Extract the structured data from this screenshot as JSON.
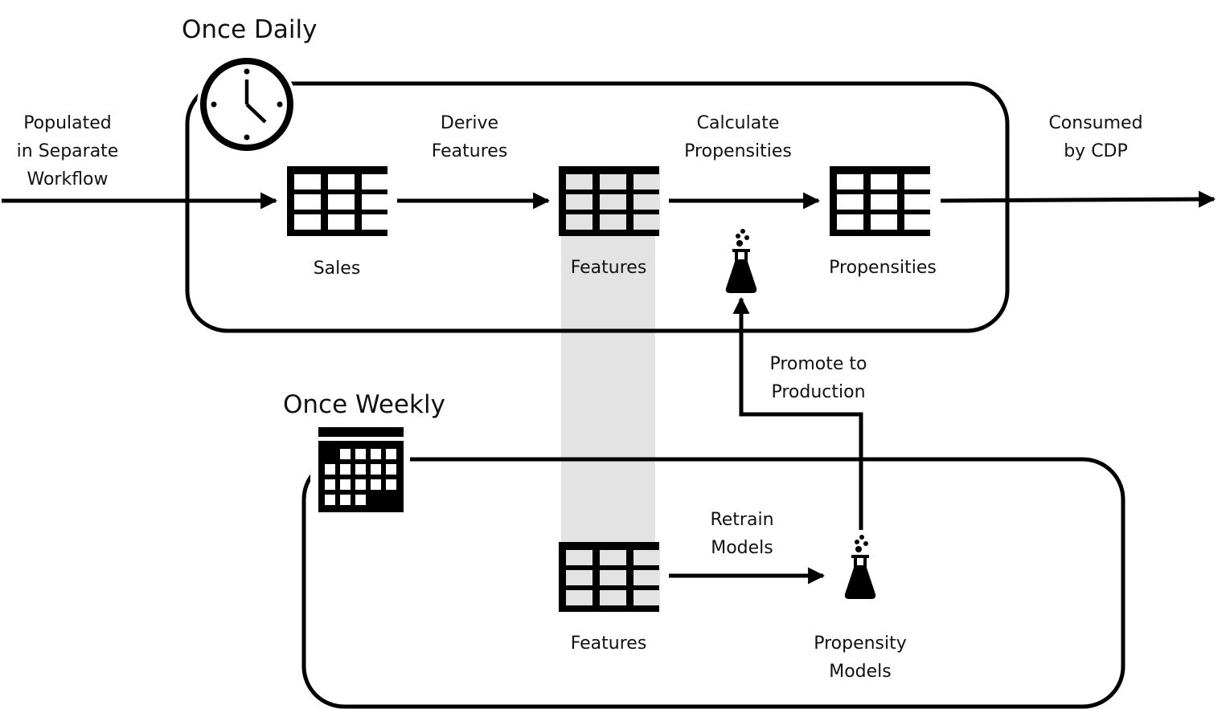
{
  "diagram": {
    "daily": {
      "title": "Once Daily",
      "icon": "clock-icon",
      "nodes": {
        "sales": "Sales",
        "features": "Features",
        "propensities": "Propensities"
      },
      "edges": {
        "input_line1": "Populated",
        "input_line2": "in Separate",
        "input_line3": "Workflow",
        "derive_line1": "Derive",
        "derive_line2": "Features",
        "calc_line1": "Calculate",
        "calc_line2": "Propensities",
        "output_line1": "Consumed",
        "output_line2": "by CDP"
      }
    },
    "weekly": {
      "title": "Once Weekly",
      "icon": "calendar-icon",
      "nodes": {
        "features": "Features",
        "models_line1": "Propensity",
        "models_line2": "Models"
      },
      "edges": {
        "retrain_line1": "Retrain",
        "retrain_line2": "Models",
        "promote_line1": "Promote to",
        "promote_line2": "Production"
      }
    },
    "colors": {
      "stroke": "#000000",
      "shared_band": "#e3e3e3",
      "shaded_cell": "#e3e3e3"
    }
  }
}
